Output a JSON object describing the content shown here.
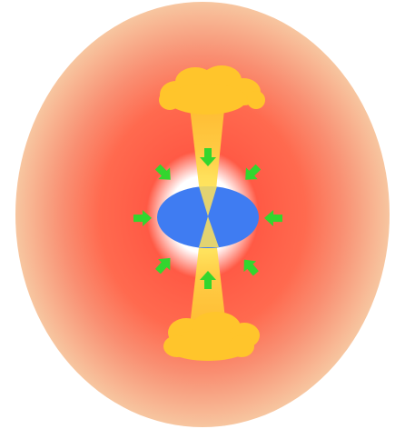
{
  "diagram": {
    "colors": {
      "background": "#ffffff",
      "outer_glow": "#f7c6a0",
      "mid_glow": "#ff6a4f",
      "inner_glow": "#ffffff",
      "jet_light": "#ffe35a",
      "jet_dark": "#ffbf2b",
      "cloud": "#ffc52b",
      "core": "#3f7cf2",
      "arrows": "#33d62e"
    },
    "components": [
      {
        "name": "outer-halo",
        "label": ""
      },
      {
        "name": "hot-zone",
        "label": ""
      },
      {
        "name": "inner-core-disc",
        "label": ""
      },
      {
        "name": "jet-upper",
        "label": ""
      },
      {
        "name": "jet-lower",
        "label": ""
      },
      {
        "name": "cloud-upper",
        "label": ""
      },
      {
        "name": "cloud-lower",
        "label": ""
      },
      {
        "name": "inward-arrows",
        "label": ""
      }
    ],
    "arrows": [
      {
        "name": "arrow-left",
        "direction": "right"
      },
      {
        "name": "arrow-right",
        "direction": "left"
      },
      {
        "name": "arrow-top",
        "direction": "down"
      },
      {
        "name": "arrow-bottom",
        "direction": "up"
      },
      {
        "name": "arrow-top-left",
        "direction": "down-right"
      },
      {
        "name": "arrow-top-right",
        "direction": "down-left"
      },
      {
        "name": "arrow-bottom-left",
        "direction": "up-right"
      },
      {
        "name": "arrow-bottom-right",
        "direction": "up-left"
      }
    ]
  }
}
